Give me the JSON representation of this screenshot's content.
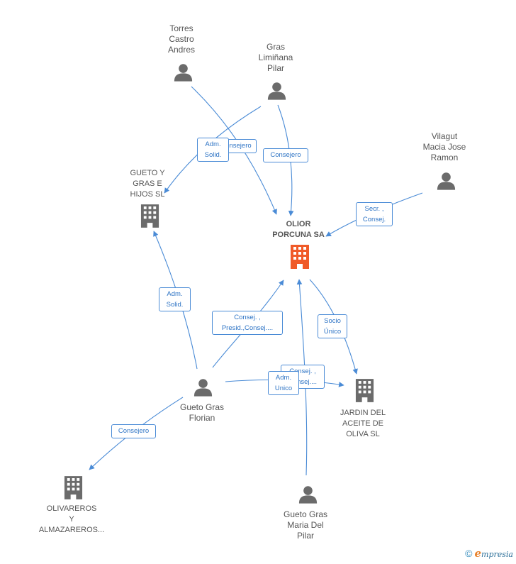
{
  "colors": {
    "edge": "#4a8bd6",
    "person": "#6b6b6b",
    "company": "#6b6b6b",
    "main_company": "#f05a28"
  },
  "nodes": {
    "torres": {
      "label": "Torres\nCastro\nAndres",
      "icon": "person-icon"
    },
    "gras_pilar": {
      "label": "Gras\nLimiñana\nPilar",
      "icon": "person-icon"
    },
    "vilagut": {
      "label": "Vilagut\nMacia Jose\nRamon",
      "icon": "person-icon"
    },
    "gueto_hijos": {
      "label": "GUETO Y\nGRAS E\nHIJOS SL",
      "icon": "building-icon"
    },
    "olior": {
      "label": "OLIOR\nPORCUNA SA",
      "icon": "building-icon"
    },
    "florian": {
      "label": "Gueto Gras\nFlorian",
      "icon": "person-icon"
    },
    "jardin": {
      "label": "JARDIN DEL\nACEITE DE\nOLIVA SL",
      "icon": "building-icon"
    },
    "olivareros": {
      "label": "OLIVAREROS\nY\nALMAZAREROS...",
      "icon": "building-icon"
    },
    "maria_pilar": {
      "label": "Gueto Gras\nMaria Del\nPilar",
      "icon": "person-icon"
    }
  },
  "edge_labels": {
    "torres_olior": "Consejero",
    "gras_hijos": "Adm.\nSolid.",
    "gras_olior": "Consejero",
    "vilagut_olior": "Secr. ,\nConsej.",
    "florian_hijos": "Adm.\nSolid.",
    "florian_olior": "Consej. ,\nPresid.,Consej....",
    "olior_jardin": "Socio\nÚnico",
    "maria_jardin": "Consej. ,\nConsej....",
    "florian_jardin": "Adm.\nUnico",
    "florian_olivareros": "Consejero"
  },
  "footer": {
    "copyright": "©",
    "brand_e": "e",
    "brand_rest": "mpresia"
  }
}
